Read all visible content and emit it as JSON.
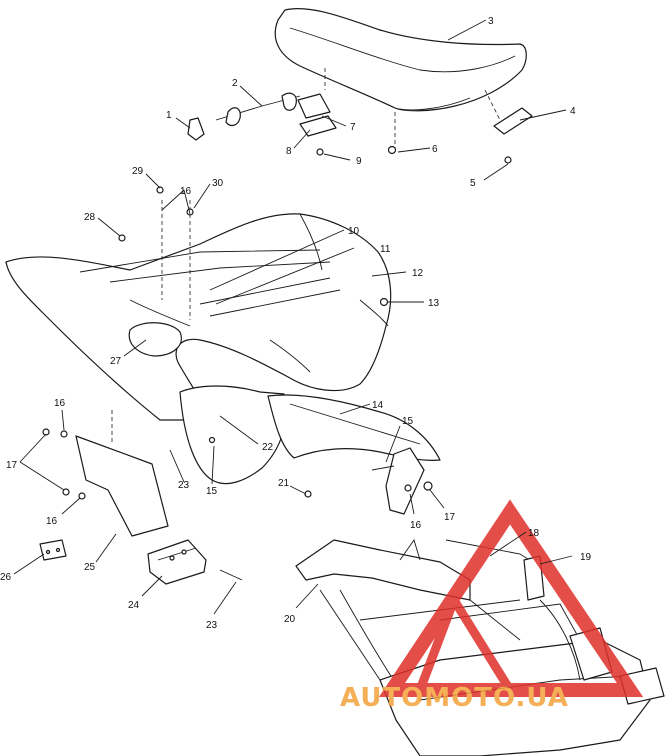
{
  "callouts": [
    {
      "id": "c1",
      "label": "1"
    },
    {
      "id": "c2",
      "label": "2"
    },
    {
      "id": "c3",
      "label": "3"
    },
    {
      "id": "c4",
      "label": "4"
    },
    {
      "id": "c5",
      "label": "5"
    },
    {
      "id": "c6",
      "label": "6"
    },
    {
      "id": "c7",
      "label": "7"
    },
    {
      "id": "c8",
      "label": "8"
    },
    {
      "id": "c9",
      "label": "9"
    },
    {
      "id": "c10",
      "label": "10"
    },
    {
      "id": "c11",
      "label": "11"
    },
    {
      "id": "c12",
      "label": "12"
    },
    {
      "id": "c13",
      "label": "13"
    },
    {
      "id": "c14",
      "label": "14"
    },
    {
      "id": "c15a",
      "label": "15"
    },
    {
      "id": "c15b",
      "label": "15"
    },
    {
      "id": "c16a",
      "label": "16"
    },
    {
      "id": "c16b",
      "label": "16"
    },
    {
      "id": "c16c",
      "label": "16"
    },
    {
      "id": "c16d",
      "label": "16"
    },
    {
      "id": "c17a",
      "label": "17"
    },
    {
      "id": "c17b",
      "label": "17"
    },
    {
      "id": "c18",
      "label": "18"
    },
    {
      "id": "c19",
      "label": "19"
    },
    {
      "id": "c20",
      "label": "20"
    },
    {
      "id": "c21",
      "label": "21"
    },
    {
      "id": "c22",
      "label": "22"
    },
    {
      "id": "c23a",
      "label": "23"
    },
    {
      "id": "c23b",
      "label": "23"
    },
    {
      "id": "c24",
      "label": "24"
    },
    {
      "id": "c25",
      "label": "25"
    },
    {
      "id": "c26",
      "label": "26"
    },
    {
      "id": "c27",
      "label": "27"
    },
    {
      "id": "c28",
      "label": "28"
    },
    {
      "id": "c29",
      "label": "29"
    },
    {
      "id": "c30",
      "label": "30"
    }
  ],
  "watermark": {
    "text": "AUTOMOTO.UA",
    "color_red": "#e0302a",
    "color_orange": "#f3a23a"
  }
}
